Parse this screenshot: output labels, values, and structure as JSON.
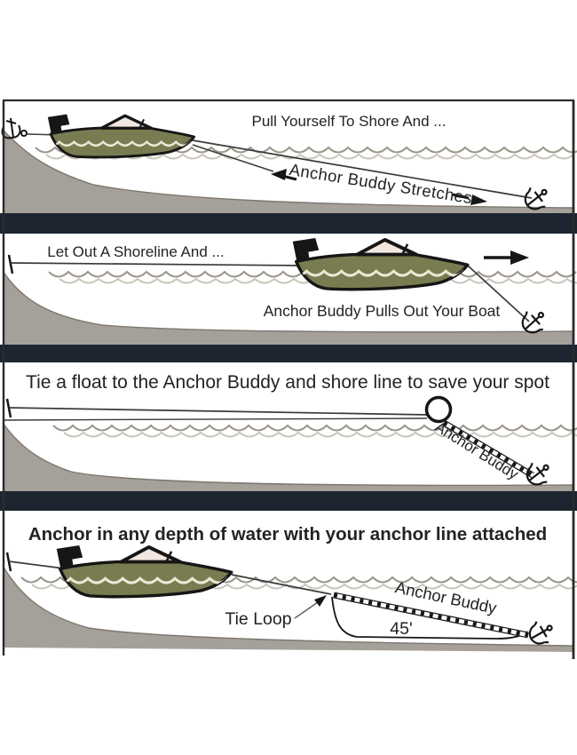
{
  "figure": {
    "description": "Anchor Buddy instructional diagram, four stacked panels",
    "colors": {
      "separator_bar": "#1c2530",
      "ground": "#a6a09a",
      "ground_edge": "#7d776f",
      "boat_hull": "#787c50",
      "windshield": "#f2e7e0",
      "wave_dark": "#9b958c",
      "wave_light": "#c9c4bb",
      "wave_on_hull": "#ece7d8",
      "outline": "#161616",
      "panel_border": "#2b2b2b",
      "background": "#ffffff"
    }
  },
  "panel1": {
    "caption": "Pull Yourself To Shore And ...",
    "stretch_label": "Anchor Buddy Stretches"
  },
  "panel2": {
    "caption": "Let Out A Shoreline And ...",
    "pull_label": "Anchor Buddy Pulls Out Your Boat"
  },
  "panel3": {
    "title": "Tie a float to the Anchor Buddy and shore line to save your spot",
    "rope_label": "Anchor Buddy"
  },
  "panel4": {
    "title": "Anchor in any depth of water with your anchor line attached",
    "rope_label": "Anchor Buddy",
    "tie_loop_label": "Tie Loop",
    "length_label": "45'"
  }
}
